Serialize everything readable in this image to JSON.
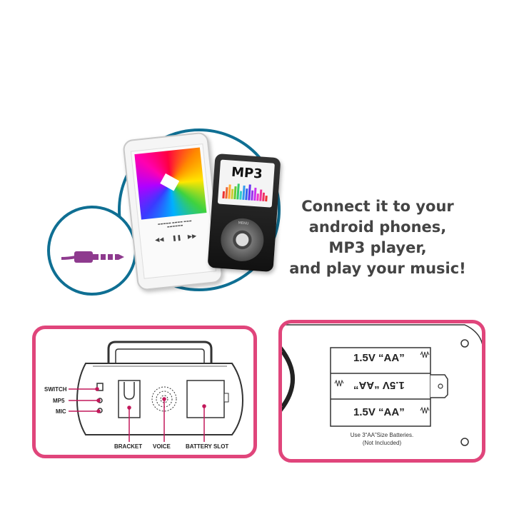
{
  "hero": {
    "headline_lines": [
      "Connect it to your",
      "android phones,",
      "MP3 player,",
      "and play your music!"
    ],
    "mp3_label": "MP3",
    "colors": {
      "ring": "#0f6f93",
      "plug": "#8e3a8e",
      "headline": "#444444"
    }
  },
  "diagram_left": {
    "side_labels": [
      "SWITCH",
      "MP5",
      "MIC"
    ],
    "bottom_labels": [
      "BRACKET",
      "VOICE",
      "BATTERY SLOT"
    ],
    "border_color": "#e0457b",
    "pointer_color": "#c2185b"
  },
  "diagram_right": {
    "battery_labels": [
      "1.5V “AA”",
      "1.5V “AA”",
      "1.5V “AA”"
    ],
    "note_lines": [
      "Use 3“AA”Size Batteries.",
      "(Not Inclucded)"
    ],
    "border_color": "#e0457b"
  }
}
